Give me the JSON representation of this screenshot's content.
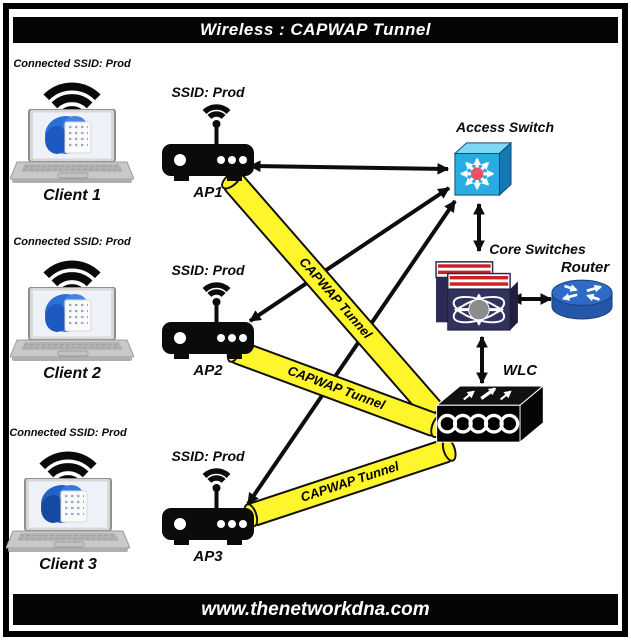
{
  "title": "Wireless : CAPWAP Tunnel",
  "footer": {
    "url": "www.thenetworkdna.com"
  },
  "clients": [
    {
      "connected_label": "Connected SSID: Prod",
      "name": "Client 1"
    },
    {
      "connected_label": "Connected SSID: Prod",
      "name": "Client 2"
    },
    {
      "connected_label": "Connected SSID: Prod",
      "name": "Client 3"
    }
  ],
  "access_points": [
    {
      "ssid": "SSID: Prod",
      "name": "AP1"
    },
    {
      "ssid": "SSID: Prod",
      "name": "AP2"
    },
    {
      "ssid": "SSID: Prod",
      "name": "AP3"
    }
  ],
  "devices": {
    "access_switch": {
      "label": "Access Switch"
    },
    "core_switches": {
      "label": "Core Switches"
    },
    "router": {
      "label": "Router"
    },
    "wlc": {
      "label": "WLC"
    }
  },
  "tunnels": [
    {
      "label": "CAPWAP Tunnel"
    },
    {
      "label": "CAPWAP Tunnel"
    },
    {
      "label": "CAPWAP Tunnel"
    }
  ],
  "colors": {
    "tunnel_yellow": "#fff52b",
    "access_switch_blue": "#29ace2",
    "core_switch_navy": "#32325e",
    "router_blue": "#2e6bc6",
    "stripe_red": "#cc2027"
  }
}
